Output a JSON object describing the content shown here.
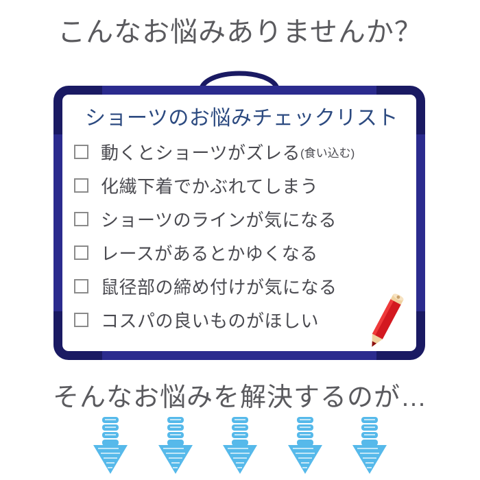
{
  "page": {
    "headline": "こんなお悩みありませんか？",
    "caption": "そんなお悩みを解決するのが…"
  },
  "board": {
    "list_title": "ショーツのお悩みチェックリスト",
    "items": [
      {
        "text": "動くとショーツがズレる",
        "note": "(食い込む)"
      },
      {
        "text": "化繊下着でかぶれてしまう",
        "note": ""
      },
      {
        "text": "ショーツのラインが気になる",
        "note": ""
      },
      {
        "text": "レースがあるとかゆくなる",
        "note": ""
      },
      {
        "text": "鼠径部の締め付けが気になる",
        "note": ""
      },
      {
        "text": "コスパの良いものがほしい",
        "note": ""
      }
    ]
  },
  "icons": {
    "hook": "hanging-hook-icon",
    "pencil": "red-pencil-icon",
    "checkbox": "empty-checkbox-icon",
    "arrow": "down-arrow-icon"
  },
  "arrows": {
    "count": 5
  },
  "colors": {
    "headline_gray": "#5a5a5e",
    "frame_navy": "#2b2b8e",
    "frame_corner_navy": "#1a1a63",
    "list_title_blue": "#2c4a80",
    "item_text_gray": "#4a4a50",
    "checkbox_border": "#8a8a8a",
    "arrow_blue": "#56b9ea",
    "arrow_blue_light": "#7fcdf2",
    "pencil_red": "#d31920",
    "pencil_wood": "#f0d2a0"
  }
}
